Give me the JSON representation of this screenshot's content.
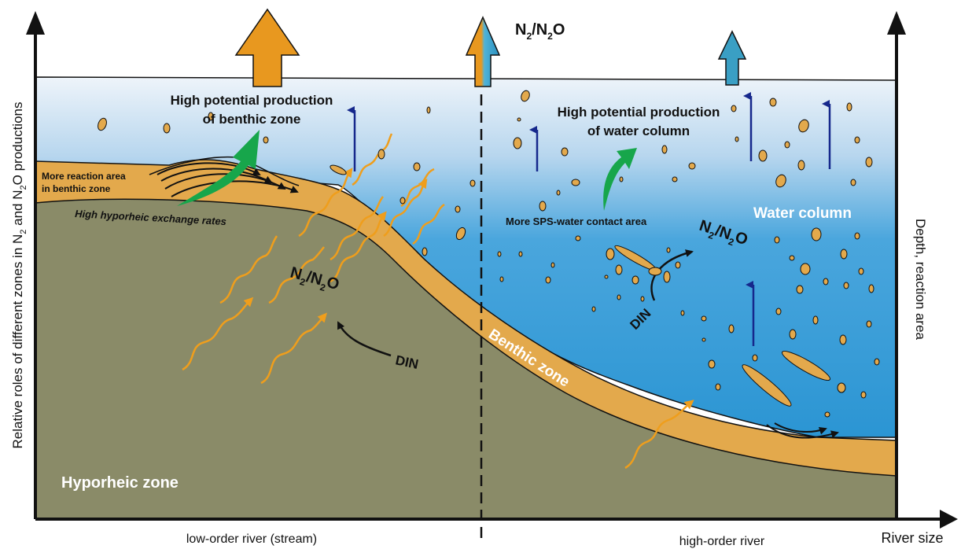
{
  "top_label": {
    "n": "N",
    "sub1": "2",
    "slash": "/N",
    "sub2": "2",
    "o": "O"
  },
  "benthic_production": {
    "line1": "High potential production",
    "line2": "of benthic zone"
  },
  "water_production": {
    "line1": "High potential production",
    "line2": "of water column"
  },
  "more_reaction": {
    "line1": "More reaction area",
    "line2": "in benthic zone"
  },
  "hyporheic_rates": "High hyporheic exchange rates",
  "sps_contact": "More SPS-water contact area",
  "water_column": "Water column",
  "benthic_zone": "Benthic zone",
  "hyporheic_zone": "Hyporheic zone",
  "din": "DIN",
  "n2o_formula": {
    "n": "N",
    "sub1": "2",
    "slash": "/N",
    "sub2": "2",
    "o": "O"
  },
  "y_axis_left": {
    "part1": "Relative roles of different zones  in N",
    "sub1": "2",
    "part2": " and N",
    "sub2": "2",
    "part3": "O productions"
  },
  "y_axis_right": "Depth, reaction area",
  "x_axis": {
    "left": "low-order river (stream)",
    "right": "high-order river",
    "end": "River size"
  },
  "colors": {
    "water_top": "#e9f1f9",
    "water_bottom": "#2f9bd6",
    "benthic": "#e3a94c",
    "hyporheic": "#8a8b68",
    "orange_arrow": "#e8981f",
    "blue_arrow": "#3a9fc4",
    "green_arrow": "#17a64b",
    "navy": "#16288c",
    "wave": "#ef9e1c"
  }
}
